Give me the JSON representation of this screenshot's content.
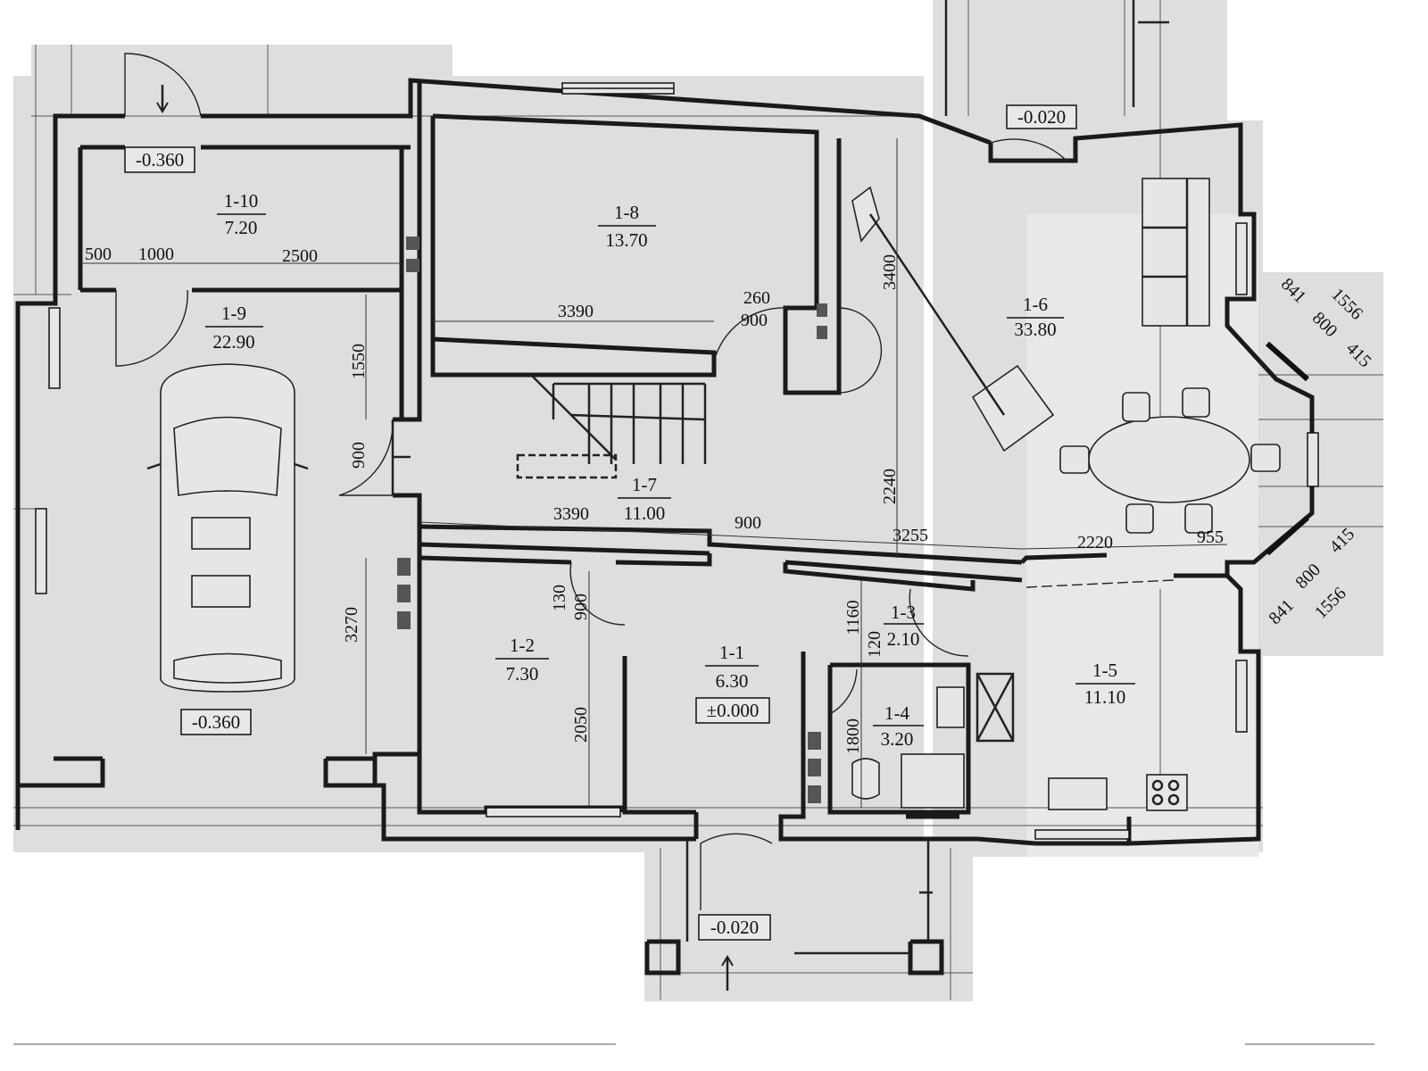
{
  "rooms": {
    "r1_10": {
      "name": "1-10",
      "area": "7.20"
    },
    "r1_8": {
      "name": "1-8",
      "area": "13.70"
    },
    "r1_9": {
      "name": "1-9",
      "area": "22.90"
    },
    "r1_7": {
      "name": "1-7",
      "area": "11.00"
    },
    "r1_6": {
      "name": "1-6",
      "area": "33.80"
    },
    "r1_2": {
      "name": "1-2",
      "area": "7.30"
    },
    "r1_1": {
      "name": "1-1",
      "area": "6.30"
    },
    "r1_3": {
      "name": "1-3",
      "area": "2.10"
    },
    "r1_4": {
      "name": "1-4",
      "area": "3.20"
    },
    "r1_5": {
      "name": "1-5",
      "area": "11.10"
    }
  },
  "levels": {
    "garage_top": "-0.360",
    "garage_bottom": "-0.360",
    "entry_top": "-0.020",
    "entry_bottom": "-0.020",
    "hall": "±0.000"
  },
  "dimensions": {
    "d500": "500",
    "d1000": "1000",
    "d2500": "2500",
    "d3390a": "3390",
    "d260": "260",
    "d900a": "900",
    "d3400": "3400",
    "d1550": "1550",
    "d900b": "900",
    "d3390b": "3390",
    "d900c": "900",
    "d2240": "2240",
    "d3255": "3255",
    "d2220": "2220",
    "d955": "955",
    "d3270": "3270",
    "d130": "130",
    "d900d": "900",
    "d1160": "1160",
    "d120": "120",
    "d2050": "2050",
    "d1800": "1800",
    "bay_top_1556": "1556",
    "bay_top_841": "841",
    "bay_top_800": "800",
    "bay_top_415": "415",
    "bay_bot_415": "415",
    "bay_bot_800": "800",
    "bay_bot_841": "841",
    "bay_bot_1556": "1556"
  }
}
